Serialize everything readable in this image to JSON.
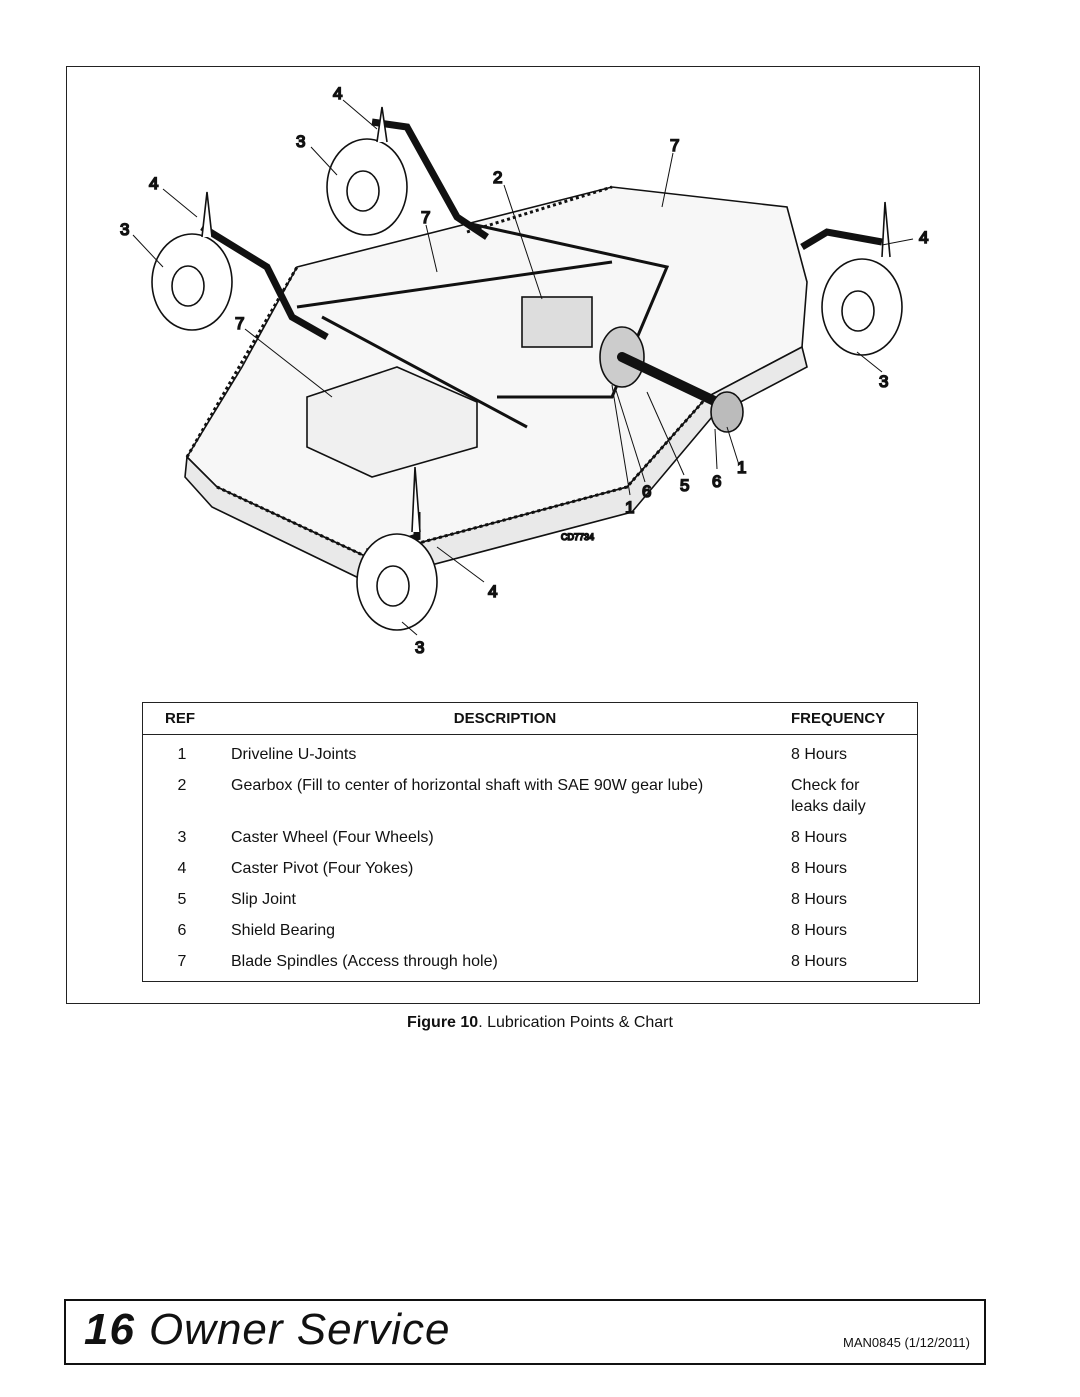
{
  "figure": {
    "callouts": [
      "4",
      "3",
      "4",
      "3",
      "7",
      "2",
      "7",
      "7",
      "4",
      "3",
      "1",
      "6",
      "5",
      "6",
      "1",
      "4",
      "3"
    ],
    "drawing_code": "CD7734"
  },
  "table": {
    "headers": {
      "ref": "REF",
      "description": "DESCRIPTION",
      "frequency": "FREQUENCY"
    },
    "rows": [
      {
        "ref": "1",
        "description": "Driveline U-Joints",
        "frequency": [
          "8 Hours"
        ]
      },
      {
        "ref": "2",
        "description": "Gearbox (Fill to center of horizontal shaft with SAE 90W gear lube)",
        "frequency": [
          "Check for",
          "leaks daily"
        ]
      },
      {
        "ref": "3",
        "description": "Caster Wheel (Four Wheels)",
        "frequency": [
          "8 Hours"
        ]
      },
      {
        "ref": "4",
        "description": "Caster Pivot (Four Yokes)",
        "frequency": [
          "8 Hours"
        ]
      },
      {
        "ref": "5",
        "description": "Slip Joint",
        "frequency": [
          "8 Hours"
        ]
      },
      {
        "ref": "6",
        "description": "Shield Bearing",
        "frequency": [
          "8 Hours"
        ]
      },
      {
        "ref": "7",
        "description": "Blade Spindles (Access through hole)",
        "frequency": [
          "8 Hours"
        ]
      }
    ]
  },
  "caption": {
    "label": "Figure 10",
    "text": ". Lubrication Points & Chart"
  },
  "footer": {
    "page_number": "16",
    "section_title": "Owner Service",
    "doc_code": "MAN0845 (1/12/2011)"
  }
}
